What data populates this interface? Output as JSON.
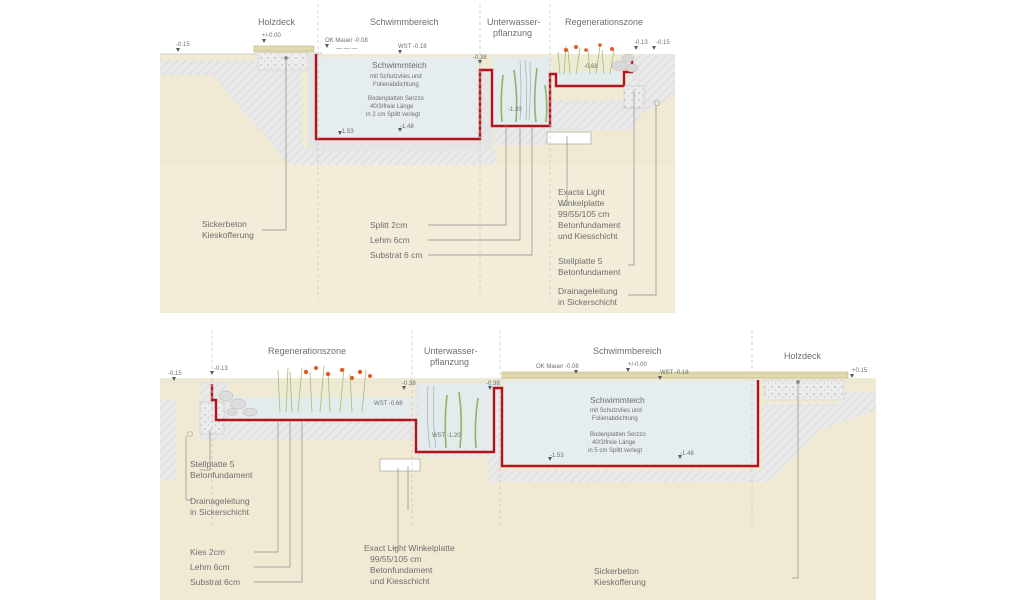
{
  "top": {
    "zones": {
      "holzdeck": "Holzdeck",
      "schwimmbereich": "Schwimmbereich",
      "unterwasser_1": "Unterwasser-",
      "unterwasser_2": "pflanzung",
      "regeneration": "Regenerationszone"
    },
    "levels": {
      "l_left": "-0.15",
      "l_deck": "+/-0.00",
      "l_mauer": "OK Mauer -0.08",
      "l_wst": "WST -0.18",
      "l_038": "-0.38",
      "l_plant": "-1.20",
      "l_regen": "-0.68",
      "l_013": "-0.13",
      "l_right": "-0.15",
      "l_153": "-1.53",
      "l_148": "-1.48"
    },
    "pond": {
      "title": "Schwimmteich",
      "sub1": "mit Schutzvlies und",
      "sub2": "Folienabdichtung",
      "b1": "Bodenplatten Serzzo",
      "b2": "40/3/freie Länge",
      "b3": "in 2 cm Splitt verlegt"
    },
    "labels": {
      "sicker1": "Sickerbeton",
      "sicker2": "Kieskofferung",
      "splitt": "Splitt 2cm",
      "lehm": "Lehm 6cm",
      "substrat": "Substrat 6 cm",
      "exacta1": "Exacta Light",
      "exacta2": "Winkelplatte",
      "exacta3": "99/55/105 cm",
      "exacta4": "Betonfundament",
      "exacta5": "und Kiesschicht",
      "stell1": "Stellplatte 5",
      "stell2": "Betonfundament",
      "drain1": "Drainageleitung",
      "drain2": "in Sickerschicht"
    }
  },
  "bottom": {
    "zones": {
      "regeneration": "Regenerationszone",
      "unterwasser_1": "Unterwasser-",
      "unterwasser_2": "pflanzung",
      "schwimmbereich": "Schwimmbereich",
      "holzdeck": "Holzdeck"
    },
    "levels": {
      "l_left": "-0.15",
      "l_013": "-0.13",
      "l_038a": "-0.38",
      "l_038b": "-0.38",
      "l_mauer": "OK Mauer -0.08",
      "l_deck": "+/-0.00",
      "l_wst": "WST -0.18",
      "l_right": "+0.15",
      "l_wst068": "WST -0.68",
      "l_wst120": "WST -1.20",
      "l_153": "-1.53",
      "l_148": "-1.48"
    },
    "pond": {
      "title": "Schwimmteich",
      "sub1": "mit Schutzvlies und",
      "sub2": "Folienabdichtung",
      "b1": "Bodenplatten Serzzo",
      "b2": "40/3/freie Länge",
      "b3": "in 5 cm Splitt verlegt"
    },
    "labels": {
      "stell1": "Stellplatte 5",
      "stell2": "Betonfundament",
      "drain1": "Drainageleitung",
      "drain2": "in Sickerschicht",
      "kies": "Kies 2cm",
      "lehm": "Lehm 6cm",
      "substrat": "Substrat 6cm",
      "exact1": "Exact Light Winkelplatte",
      "exact2": "99/55/105 cm",
      "exact3": "Betonfundament",
      "exact4": "und Kiesschicht",
      "sicker1": "Sickerbeton",
      "sicker2": "Kieskofferung"
    }
  },
  "colors": {
    "soil": "#f0ead5",
    "water": "#e6edee",
    "gravel": "#e7e7e7",
    "liner": "#b3141b",
    "deck": "#e3dcb3",
    "text": "#6e6e6e"
  }
}
